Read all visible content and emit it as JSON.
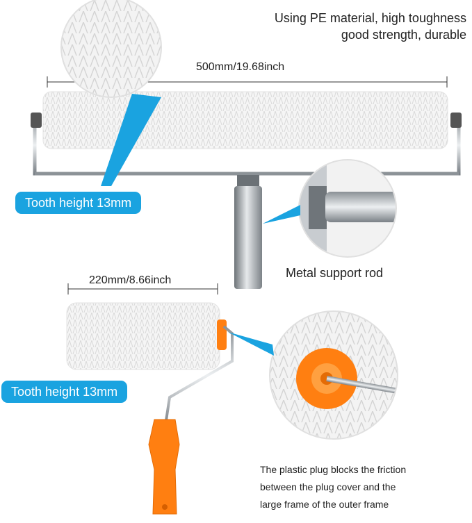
{
  "features": {
    "material_line1": "Using PE material, high toughness",
    "material_line2": "good strength, durable"
  },
  "large_roller": {
    "width_label": "500mm/19.68inch",
    "tooth_label": "Tooth height 13mm",
    "rod_label": "Metal support rod"
  },
  "small_roller": {
    "width_label": "220mm/8.66inch",
    "tooth_label": "Tooth height 13mm",
    "plug_line1": "The plastic plug blocks the friction",
    "plug_line2": "between the plug cover and the",
    "plug_line3": "large frame of the outer frame"
  },
  "colors": {
    "accent_blue": "#1aa3e0",
    "handle_orange": "#ff7f11",
    "bristle_white": "#f4f4f4",
    "metal_grey": "#9aa0a6"
  }
}
